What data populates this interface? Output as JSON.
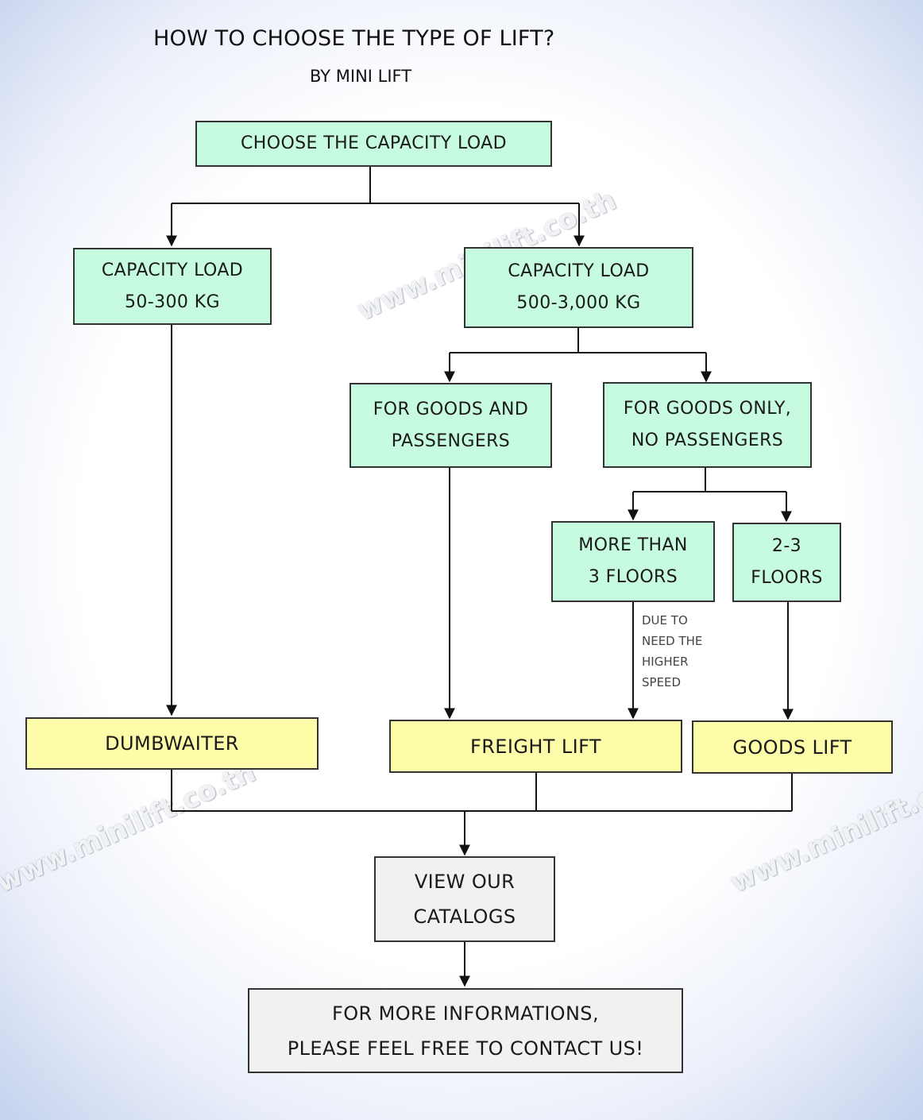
{
  "title": "HOW TO CHOOSE THE TYPE OF LIFT?",
  "subtitle": "BY MINI LIFT",
  "nodes": {
    "root": [
      "CHOOSE THE CAPACITY LOAD"
    ],
    "small_load": [
      "CAPACITY LOAD",
      "50-300 KG"
    ],
    "large_load": [
      "CAPACITY LOAD",
      "500-3,000 KG"
    ],
    "goods_passengers": [
      "FOR GOODS AND",
      "PASSENGERS"
    ],
    "goods_only": [
      "FOR GOODS ONLY,",
      "NO PASSENGERS"
    ],
    "more_floors": [
      "MORE THAN",
      "3 FLOORS"
    ],
    "few_floors": [
      "2-3",
      "FLOORS"
    ],
    "dumbwaiter": [
      "DUMBWAITER"
    ],
    "freight_lift": [
      "FREIGHT LIFT"
    ],
    "goods_lift": [
      "GOODS LIFT"
    ],
    "catalogs": [
      "VIEW OUR",
      "CATALOGS"
    ],
    "contact": [
      "FOR MORE INFORMATIONS,",
      "PLEASE FEEL FREE TO CONTACT US!"
    ]
  },
  "edge_note": [
    "DUE TO",
    "NEED THE",
    "HIGHER",
    "SPEED"
  ],
  "watermarks": [
    "www.minilift.co.th",
    "www.minilift.co.th",
    "www.minilift.co.th"
  ],
  "colors": {
    "decision_box": "#c6fbe0",
    "result_box": "#fdfca8",
    "action_box": "#f1f1f1",
    "line": "#111111"
  }
}
